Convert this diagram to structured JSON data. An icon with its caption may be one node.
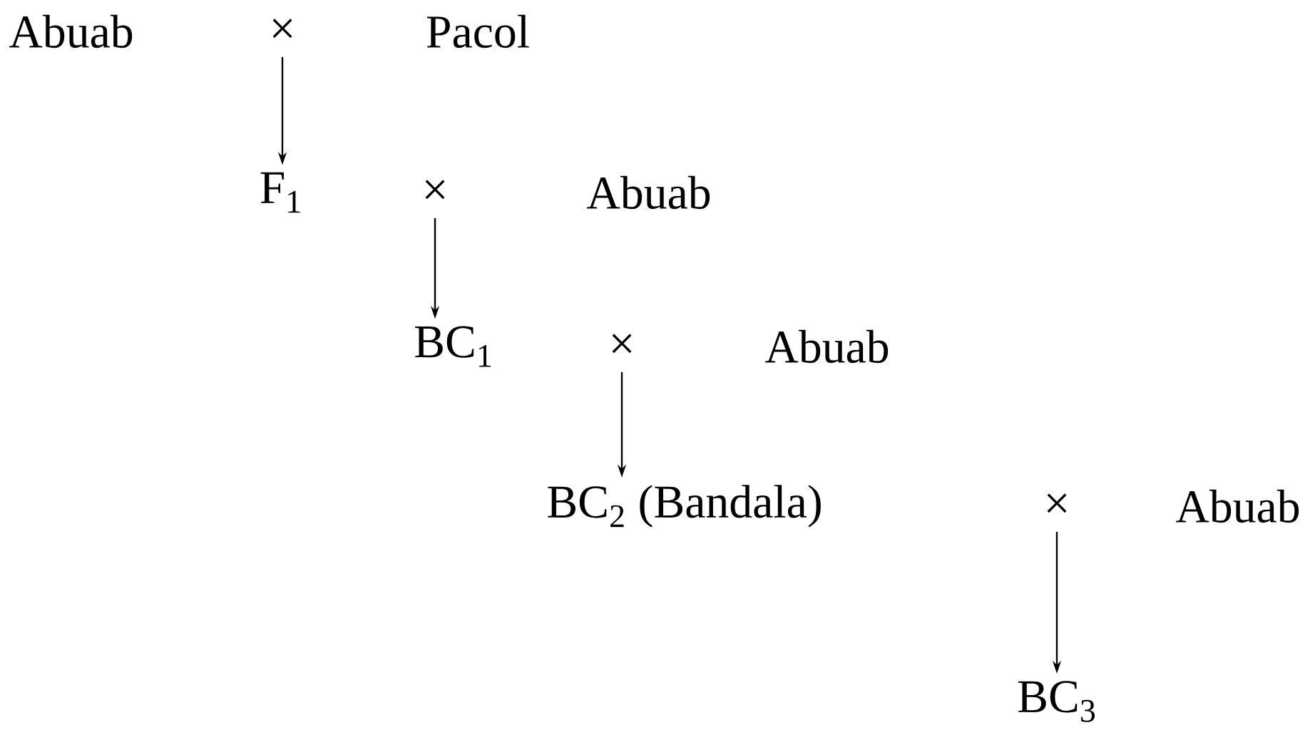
{
  "diagram": {
    "nodes": [
      {
        "text": [
          "Abuab"
        ]
      },
      {
        "text": [
          "×"
        ]
      },
      {
        "text": [
          "Pacol"
        ]
      },
      {
        "text": [
          "F$_{1}$"
        ]
      },
      {
        "text": [
          "×"
        ]
      },
      {
        "text": [
          "Abuab"
        ]
      },
      {
        "text": [
          "BC$_{1}$"
        ]
      },
      {
        "text": [
          "×"
        ]
      },
      {
        "text": [
          "Abuab"
        ]
      },
      {
        "text": [
          "BC$_{2}$ (Bandala)"
        ]
      },
      {
        "text": [
          "×"
        ]
      },
      {
        "text": [
          "Abuab"
        ]
      },
      {
        "text": [
          "BC$_{3}$"
        ]
      }
    ],
    "edges": [
      {
        "from": 1,
        "to": 3,
        "arrow": "to"
      },
      {
        "from": 4,
        "to": 6,
        "arrow": "to"
      },
      {
        "from": 7,
        "to": 9,
        "arrow": "to"
      },
      {
        "from": 10,
        "to": 12,
        "arrow": "to"
      }
    ]
  }
}
